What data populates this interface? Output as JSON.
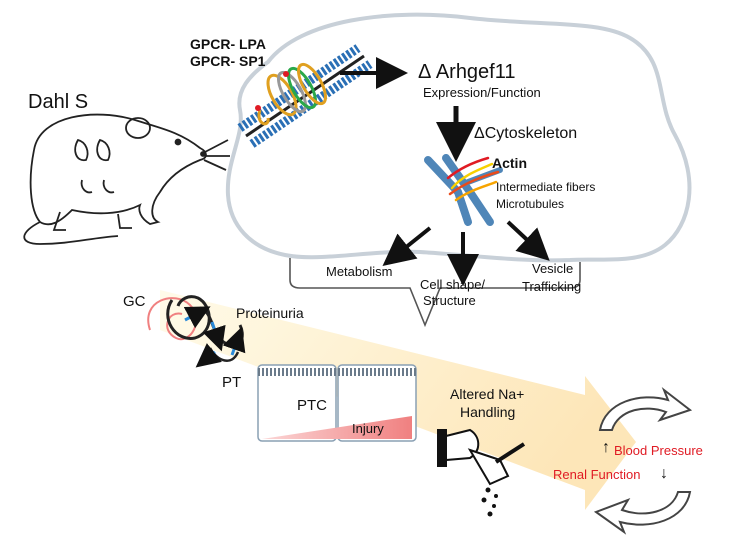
{
  "title": "",
  "organism": "Dahl S",
  "receptors": [
    "GPCR- LPA",
    "GPCR- SP1"
  ],
  "cell": {
    "gene": "Δ Arhgef11",
    "gene_sub": "Expression/Function",
    "cytoskeleton": "ΔCytoskeleton",
    "components": {
      "actin": "Actin",
      "intermediate": "Intermediate fibers",
      "microtubules": "Microtubules"
    },
    "outcomes": [
      "Metabolism",
      "Cell shape/",
      "Structure",
      "Vesicle",
      "Trafficking"
    ]
  },
  "nephron": {
    "gc": "GC",
    "proteinuria": "Proteinuria",
    "pt": "PT",
    "ptc": "PTC",
    "injury": "Injury"
  },
  "sodium": {
    "line1": "Altered Na+",
    "line2": "Handling"
  },
  "cycle": {
    "up_arrow": "↑",
    "blood_pressure": "Blood Pressure",
    "renal_function": "Renal Function",
    "down_arrow": "↓",
    "color_red": "#e01b24"
  }
}
